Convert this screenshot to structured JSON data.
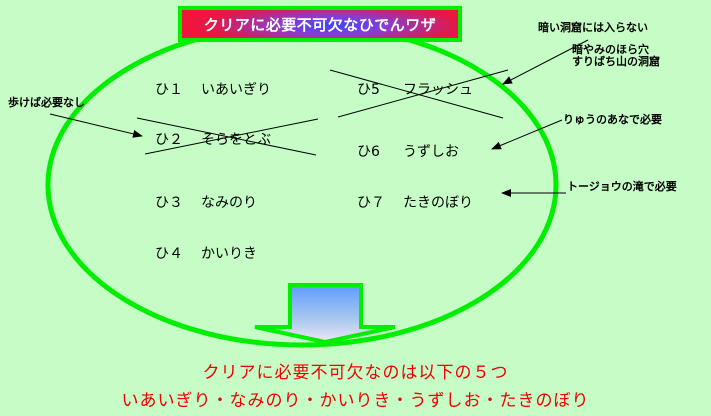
{
  "title": "クリアに必要不可欠なひでんワザ",
  "moves": [
    {
      "num": "ひ１",
      "name": "いあいぎり",
      "crossed": false
    },
    {
      "num": "ひ２",
      "name": "そらをとぶ",
      "crossed": true
    },
    {
      "num": "ひ３",
      "name": "なみのり",
      "crossed": false
    },
    {
      "num": "ひ４",
      "name": "かいりき",
      "crossed": false
    },
    {
      "num": "ひ5",
      "name": "フラッシュ",
      "crossed": true
    },
    {
      "num": "ひ6",
      "name": "うずしお",
      "crossed": false
    },
    {
      "num": "ひ７",
      "name": "たきのぼり",
      "crossed": false
    }
  ],
  "notes": {
    "walk": "歩けば必要なし",
    "flash_1": "暗い洞窟には入らない",
    "flash_2a": "暗やみのほら穴",
    "flash_2b": "すりばち山の洞窟",
    "whirlpool": "りゅうのあなで必要",
    "waterfall": "トージョウの滝で必要"
  },
  "result": {
    "line1": "クリアに必要不可欠なのは以下の５つ",
    "line2": "いあいぎり・なみのり・かいりき・うずしお・たきのぼり"
  },
  "colors": {
    "background": "#c6fcc6",
    "ellipse": "#00ee00",
    "title_text": "#ffffff",
    "result_text": "#f00000"
  }
}
